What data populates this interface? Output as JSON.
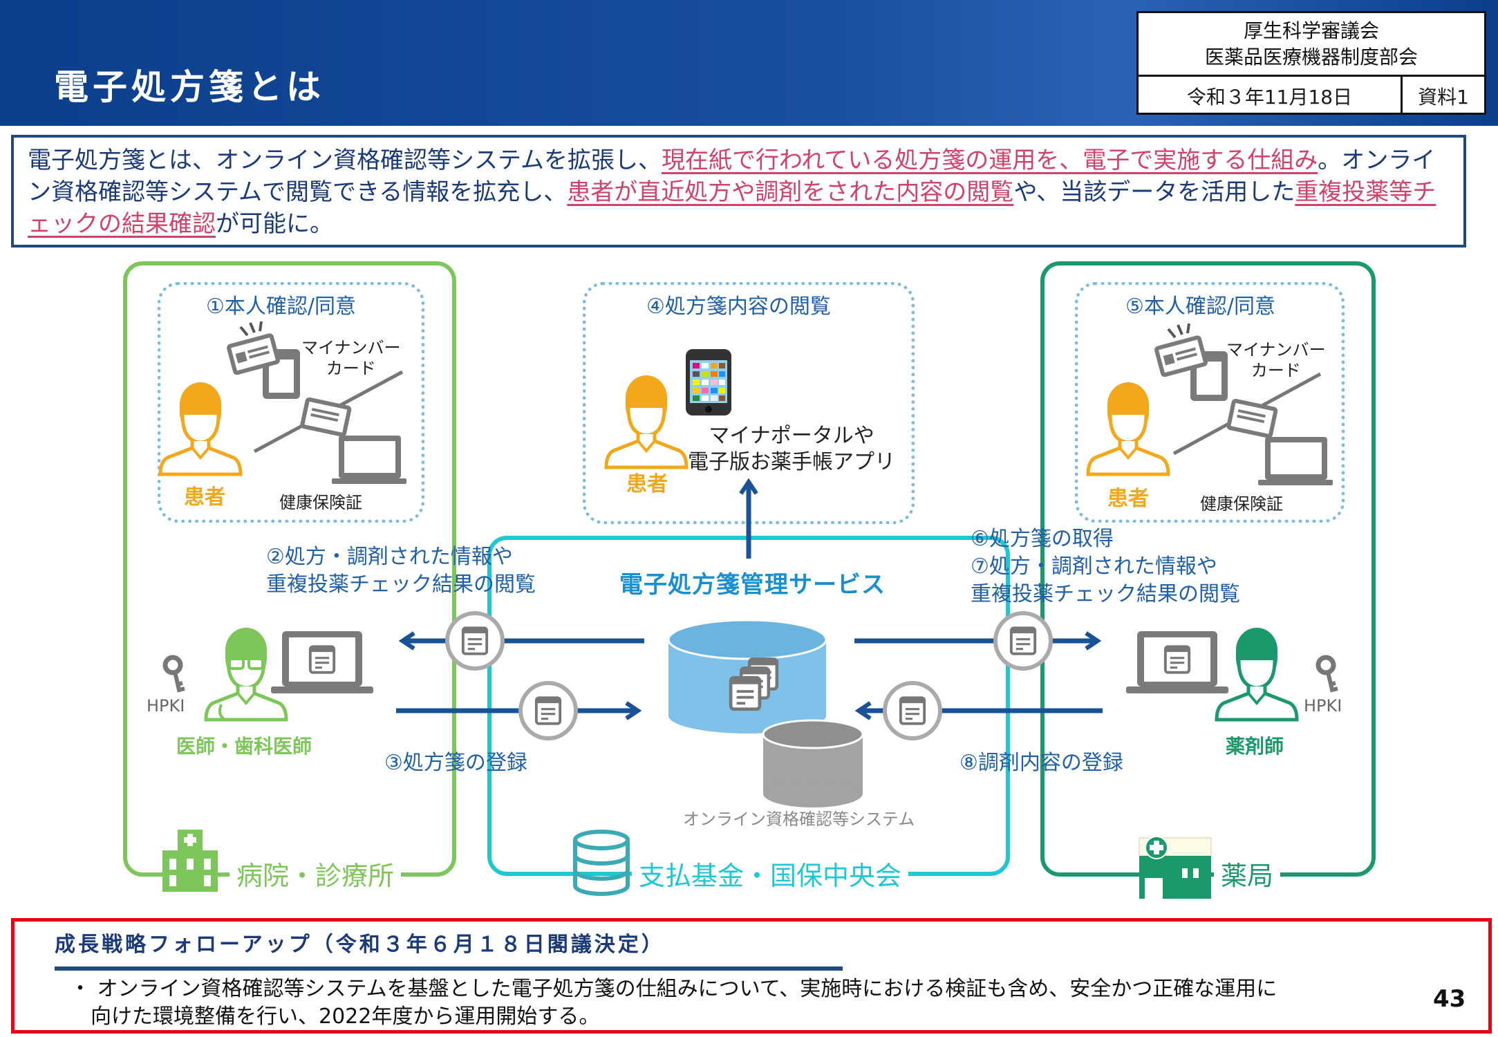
{
  "header": {
    "title": "電子処方箋とは",
    "meta": {
      "council_line1": "厚生科学審議会",
      "council_line2": "医薬品医療機器制度部会",
      "date": "令和３年11月18日",
      "doc_id": "資料1"
    }
  },
  "summary": {
    "parts": [
      {
        "text": "電子処方箋とは、オンライン資格確認等システムを拡張し、",
        "highlight": false
      },
      {
        "text": "現在紙で行われている処方箋の運用を、電子で実施する仕組み",
        "highlight": true
      },
      {
        "text": "。オンライン資格確認等システムで閲覧できる情報を拡充し、",
        "highlight": false
      },
      {
        "text": "患者が直近処方や調剤をされた内容の閲覧",
        "highlight": true
      },
      {
        "text": "や、当該データを活用した",
        "highlight": false
      },
      {
        "text": "重複投薬等チェックの結果確認",
        "highlight": true
      },
      {
        "text": "が可能に。",
        "highlight": false
      }
    ]
  },
  "diagram": {
    "hospital": {
      "step": "①本人確認/同意",
      "mynumber_line1": "マイナンバー",
      "mynumber_line2": "カード",
      "insurance": "健康保険証",
      "patient": "患者",
      "doctor": "医師・歯科医師",
      "hpki": "HPKI",
      "org": "病院・診療所"
    },
    "middle": {
      "step": "④処方箋内容の閲覧",
      "patient": "患者",
      "app_line1": "マイナポータルや",
      "app_line2": "電子版お薬手帳アプリ",
      "service": "電子処方箋管理サービス",
      "online_system": "オンライン資格確認等システム",
      "org": "支払基金・国保中央会"
    },
    "pharmacy": {
      "step": "⑤本人確認/同意",
      "mynumber_line1": "マイナンバー",
      "mynumber_line2": "カード",
      "insurance": "健康保険証",
      "patient": "患者",
      "pharmacist": "薬剤師",
      "hpki": "HPKI",
      "org": "薬局"
    },
    "flows": {
      "step2_line1": "②処方・調剤された情報や",
      "step2_line2": "重複投薬チェック結果の閲覧",
      "step3": "③処方箋の登録",
      "step6": "⑥処方箋の取得",
      "step7_line1": "⑦処方・調剤された情報や",
      "step7_line2": "重複投薬チェック結果の閲覧",
      "step8": "⑧調剤内容の登録"
    }
  },
  "followup": {
    "title": "成長戦略フォローアップ（令和３年６月１８日閣議決定）",
    "bullet_line1": "・ オンライン資格確認等システムを基盤とした電子処方箋の仕組みについて、実施時における検証も含め、安全かつ正確な運用に",
    "bullet_line2": "　向けた環境整備を行い、2022年度から運用開始する。"
  },
  "page_number": "43",
  "colors": {
    "header_blue": "#0b3f8c",
    "highlight_pink": "#d1426b",
    "hospital_green": "#7dc75a",
    "fund_cyan": "#1fc7d4",
    "pharmacy_green": "#1a9a6a",
    "arrow_blue": "#1a5296",
    "patient_orange": "#f3a81b",
    "followup_red": "#e60012"
  }
}
